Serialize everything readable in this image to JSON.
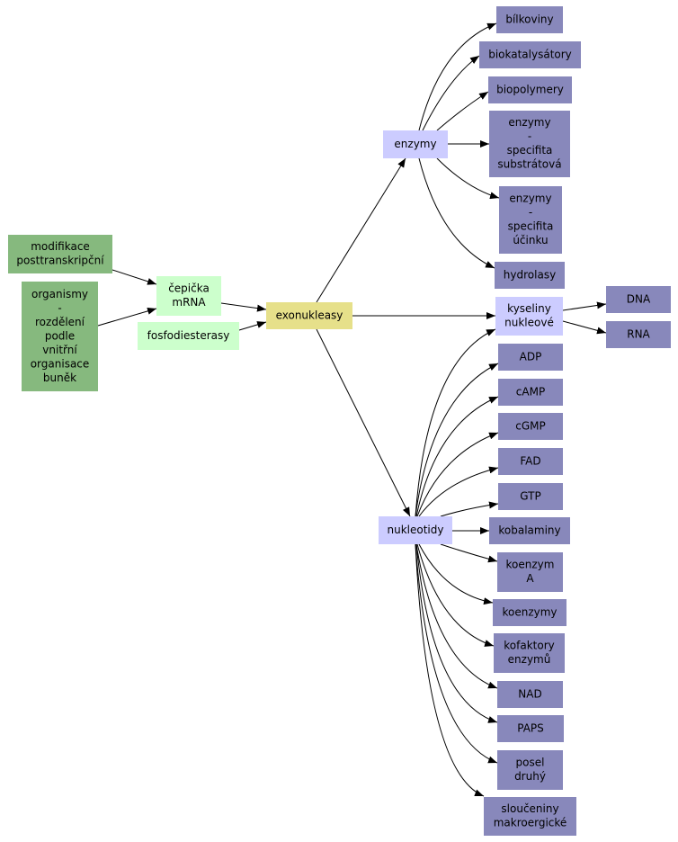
{
  "diagram": {
    "nodes": [
      {
        "id": "modifikace",
        "lines": [
          "modifikace",
          "posttranskripční"
        ],
        "color": "#86b97e"
      },
      {
        "id": "organismy",
        "lines": [
          "organismy",
          "-",
          "rozdělení",
          "podle",
          "vnitřní",
          "organisace",
          "buněk"
        ],
        "color": "#86b97e"
      },
      {
        "id": "cepicka",
        "lines": [
          "čepička",
          "mRNA"
        ],
        "color": "#ccffcc"
      },
      {
        "id": "fosfodiesterasy",
        "lines": [
          "fosfodiesterasy"
        ],
        "color": "#ccffcc"
      },
      {
        "id": "exonukleasy",
        "lines": [
          "exonukleasy"
        ],
        "color": "#e6e08a"
      },
      {
        "id": "enzymy",
        "lines": [
          "enzymy"
        ],
        "color": "#ccccff"
      },
      {
        "id": "kyseliny",
        "lines": [
          "kyseliny",
          "nukleové"
        ],
        "color": "#ccccff"
      },
      {
        "id": "nukleotidy",
        "lines": [
          "nukleotidy"
        ],
        "color": "#ccccff"
      },
      {
        "id": "bilkoviny",
        "lines": [
          "bílkoviny"
        ],
        "color": "#8888bb"
      },
      {
        "id": "biokatalysatory",
        "lines": [
          "biokatalysátory"
        ],
        "color": "#8888bb"
      },
      {
        "id": "biopolymery",
        "lines": [
          "biopolymery"
        ],
        "color": "#8888bb"
      },
      {
        "id": "enz_substrat",
        "lines": [
          "enzymy",
          "-",
          "specifita",
          "substrátová"
        ],
        "color": "#8888bb"
      },
      {
        "id": "enz_ucinek",
        "lines": [
          "enzymy",
          "-",
          "specifita",
          "účinku"
        ],
        "color": "#8888bb"
      },
      {
        "id": "hydrolasy",
        "lines": [
          "hydrolasy"
        ],
        "color": "#8888bb"
      },
      {
        "id": "dna",
        "lines": [
          "DNA"
        ],
        "color": "#8888bb"
      },
      {
        "id": "rna",
        "lines": [
          "RNA"
        ],
        "color": "#8888bb"
      },
      {
        "id": "adp",
        "lines": [
          "ADP"
        ],
        "color": "#8888bb"
      },
      {
        "id": "camp",
        "lines": [
          "cAMP"
        ],
        "color": "#8888bb"
      },
      {
        "id": "cgmp",
        "lines": [
          "cGMP"
        ],
        "color": "#8888bb"
      },
      {
        "id": "fad",
        "lines": [
          "FAD"
        ],
        "color": "#8888bb"
      },
      {
        "id": "gtp",
        "lines": [
          "GTP"
        ],
        "color": "#8888bb"
      },
      {
        "id": "kobalaminy",
        "lines": [
          "kobalaminy"
        ],
        "color": "#8888bb"
      },
      {
        "id": "koenzymA",
        "lines": [
          "koenzym",
          "A"
        ],
        "color": "#8888bb"
      },
      {
        "id": "koenzymy",
        "lines": [
          "koenzymy"
        ],
        "color": "#8888bb"
      },
      {
        "id": "kofaktory",
        "lines": [
          "kofaktory",
          "enzymů"
        ],
        "color": "#8888bb"
      },
      {
        "id": "nad",
        "lines": [
          "NAD"
        ],
        "color": "#8888bb"
      },
      {
        "id": "paps",
        "lines": [
          "PAPS"
        ],
        "color": "#8888bb"
      },
      {
        "id": "posel",
        "lines": [
          "posel",
          "druhý"
        ],
        "color": "#8888bb"
      },
      {
        "id": "slouceniny",
        "lines": [
          "sloučeniny",
          "makroergické"
        ],
        "color": "#8888bb"
      }
    ],
    "edges": [
      {
        "from": "modifikace",
        "to": "cepicka"
      },
      {
        "from": "organismy",
        "to": "cepicka"
      },
      {
        "from": "cepicka",
        "to": "exonukleasy"
      },
      {
        "from": "fosfodiesterasy",
        "to": "exonukleasy"
      },
      {
        "from": "exonukleasy",
        "to": "enzymy"
      },
      {
        "from": "exonukleasy",
        "to": "kyseliny"
      },
      {
        "from": "exonukleasy",
        "to": "nukleotidy"
      },
      {
        "from": "enzymy",
        "to": "bilkoviny"
      },
      {
        "from": "enzymy",
        "to": "biokatalysatory"
      },
      {
        "from": "enzymy",
        "to": "biopolymery"
      },
      {
        "from": "enzymy",
        "to": "enz_substrat"
      },
      {
        "from": "enzymy",
        "to": "enz_ucinek"
      },
      {
        "from": "enzymy",
        "to": "hydrolasy"
      },
      {
        "from": "kyseliny",
        "to": "dna"
      },
      {
        "from": "kyseliny",
        "to": "rna"
      },
      {
        "from": "nukleotidy",
        "to": "kyseliny"
      },
      {
        "from": "nukleotidy",
        "to": "adp"
      },
      {
        "from": "nukleotidy",
        "to": "camp"
      },
      {
        "from": "nukleotidy",
        "to": "cgmp"
      },
      {
        "from": "nukleotidy",
        "to": "fad"
      },
      {
        "from": "nukleotidy",
        "to": "gtp"
      },
      {
        "from": "nukleotidy",
        "to": "kobalaminy"
      },
      {
        "from": "nukleotidy",
        "to": "koenzymA"
      },
      {
        "from": "nukleotidy",
        "to": "koenzymy"
      },
      {
        "from": "nukleotidy",
        "to": "kofaktory"
      },
      {
        "from": "nukleotidy",
        "to": "nad"
      },
      {
        "from": "nukleotidy",
        "to": "paps"
      },
      {
        "from": "nukleotidy",
        "to": "posel"
      },
      {
        "from": "nukleotidy",
        "to": "slouceniny"
      }
    ]
  }
}
